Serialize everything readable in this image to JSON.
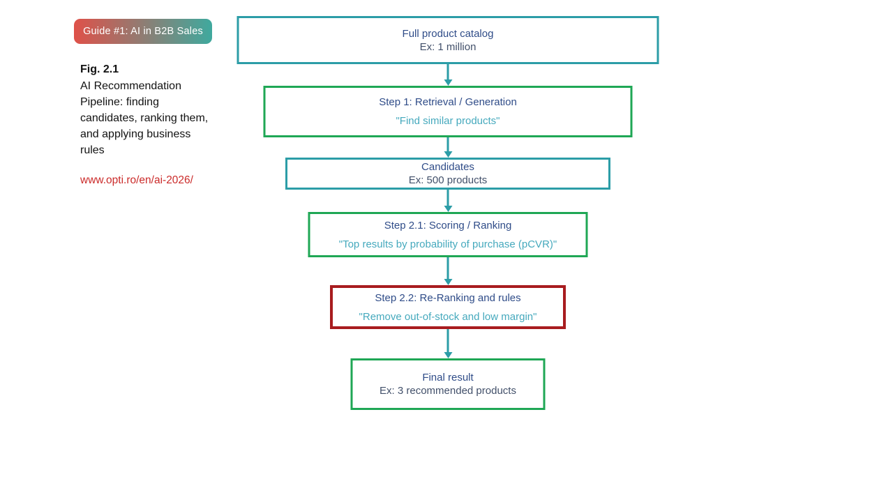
{
  "badge": {
    "label": "Guide #1: AI in B2B Sales",
    "gradient_from": "#df5149",
    "gradient_to": "#3fa99e",
    "text_color": "#ffffff"
  },
  "figure": {
    "label": "Fig. 2.1",
    "caption": "AI Recommendation Pipeline: finding candidates, ranking them, and applying business rules",
    "link": "www.opti.ro/en/ai-2026/",
    "link_color": "#cb2b2a"
  },
  "colors": {
    "teal_border": "#2c9da7",
    "green_border": "#1fa755",
    "dark_red_border": "#a81c1f",
    "node_title": "#2f4c88",
    "node_subtitle": "#42506a",
    "node_quote": "#45a9bd",
    "connector": "#2c9da7"
  },
  "flow": {
    "nodes": [
      {
        "title": "Full product catalog",
        "subtitle": "Ex: 1 million",
        "border": "teal"
      },
      {
        "title": "Step 1: Retrieval / Generation",
        "quote": "\"Find similar products\"",
        "border": "green"
      },
      {
        "title": "Candidates",
        "subtitle": "Ex: 500 products",
        "border": "teal"
      },
      {
        "title": "Step 2.1: Scoring / Ranking",
        "quote": "\"Top results by probability of purchase (pCVR)\"",
        "border": "green"
      },
      {
        "title": "Step 2.2: Re-Ranking and rules",
        "quote": "\"Remove out-of-stock and low margin\"",
        "border": "dark_red"
      },
      {
        "title": "Final result",
        "subtitle": "Ex: 3 recommended products",
        "border": "green"
      }
    ]
  }
}
